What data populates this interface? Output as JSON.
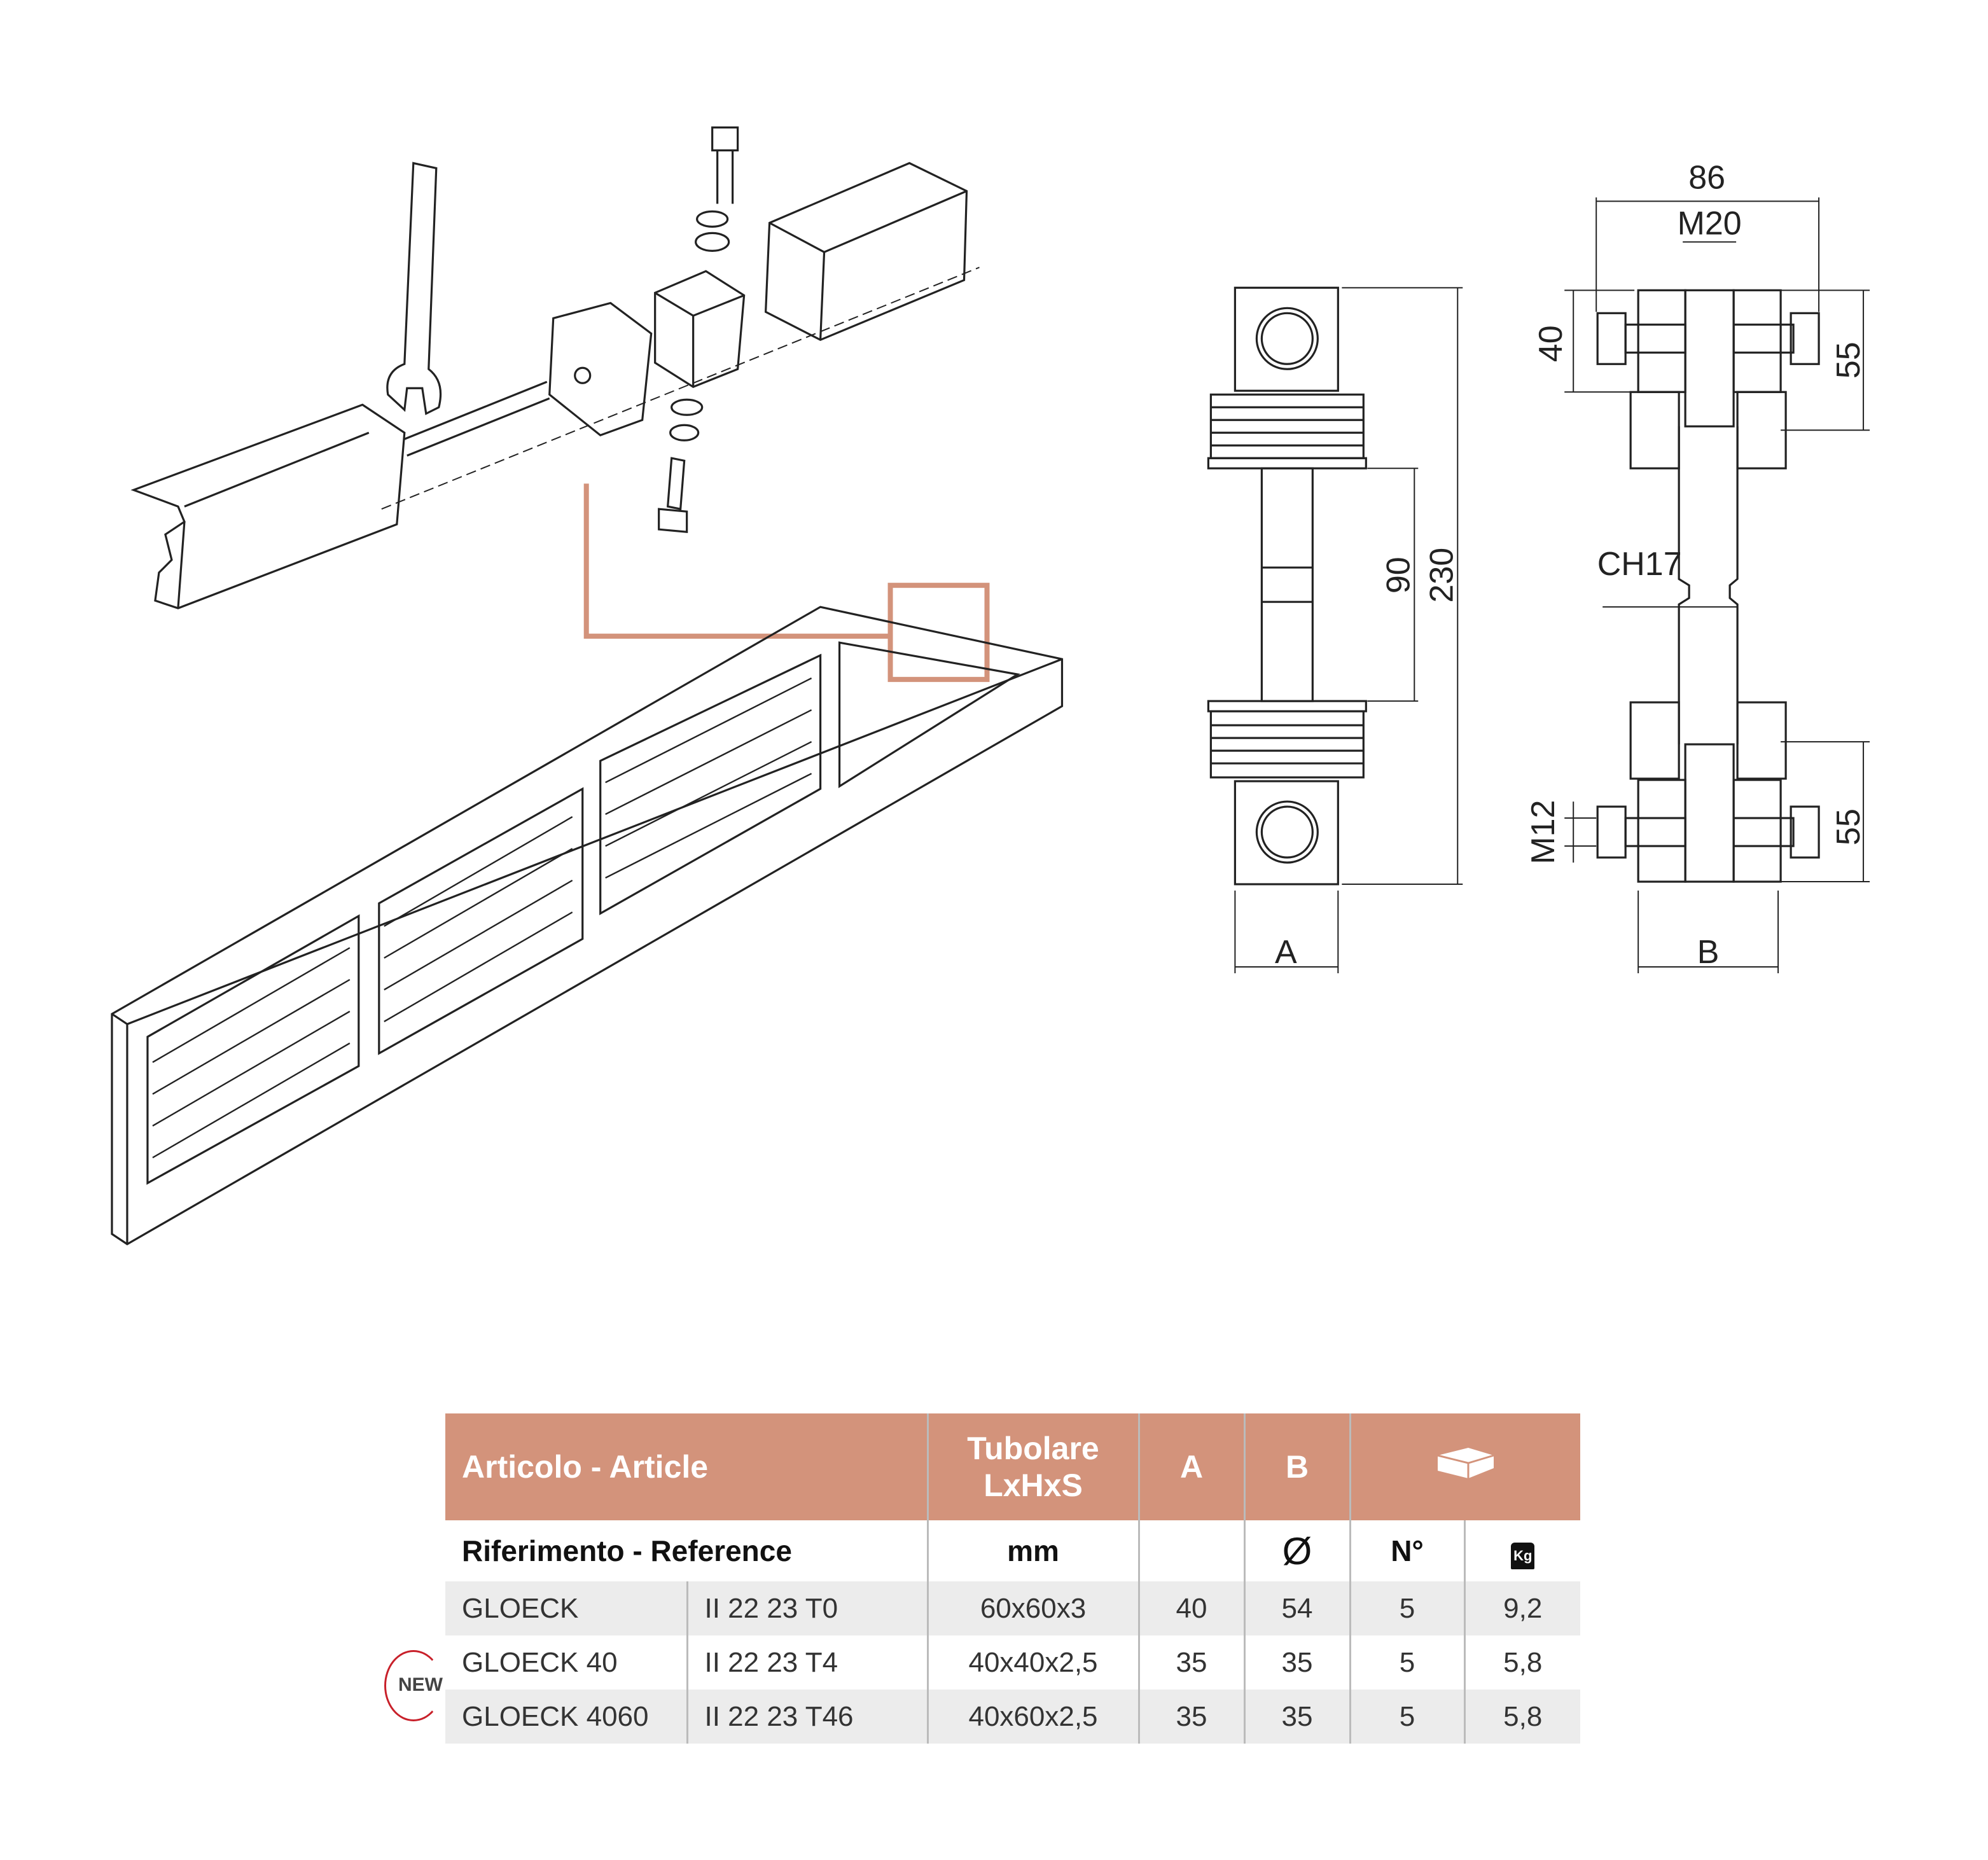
{
  "drawing": {
    "labels": {
      "width_86": "86",
      "thread_m20": "M20",
      "height_40": "40",
      "height_55_top": "55",
      "height_55_bottom": "55",
      "span_90": "90",
      "length_230": "230",
      "wrench_ch17": "CH17",
      "thread_m12": "M12",
      "dim_a": "A",
      "dim_b": "B"
    },
    "accent_color": "#d3937b"
  },
  "table": {
    "header": {
      "article": "Articolo - Article",
      "tube_line1": "Tubolare",
      "tube_line2": "LxHxS",
      "a": "A",
      "b": "B",
      "package_icon": "box-icon"
    },
    "subheader": {
      "reference": "Riferimento - Reference",
      "unit": "mm",
      "b_symbol": "Ø",
      "pieces": "N°",
      "weight_icon": "weight-kg-icon",
      "weight_label": "Kg"
    },
    "rows": [
      {
        "article": "GLOECK",
        "ref": "II 22 23 T0",
        "tube": "60x60x3",
        "a": "40",
        "b": "54",
        "n": "5",
        "kg": "9,2"
      },
      {
        "article": "GLOECK 40",
        "ref": "II 22 23 T4",
        "tube": "40x40x2,5",
        "a": "35",
        "b": "35",
        "n": "5",
        "kg": "5,8",
        "badge": "NEW"
      },
      {
        "article": "GLOECK 4060",
        "ref": "II 22 23 T46",
        "tube": "40x60x2,5",
        "a": "35",
        "b": "35",
        "n": "5",
        "kg": "5,8"
      }
    ],
    "header_color": "#d3937b",
    "badge_color": "#c8202a"
  }
}
